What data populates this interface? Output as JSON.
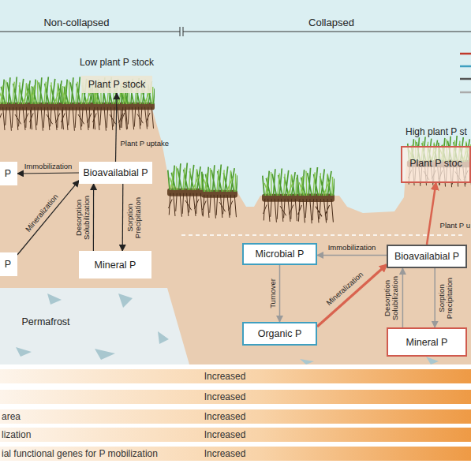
{
  "diagram": {
    "nodes": [
      {
        "text": [
          "Plant P stock"
        ]
      },
      {
        "text": [
          "P"
        ]
      },
      {
        "text": [
          "Bioavailabial P"
        ]
      },
      {
        "text": [
          "P"
        ]
      },
      {
        "text": [
          "Mineral P"
        ]
      },
      {
        "text": [
          "Microbial P"
        ]
      },
      {
        "text": [
          "Bioavailabial P"
        ]
      },
      {
        "text": [
          "Organic P"
        ]
      },
      {
        "text": [
          "Mineral P"
        ]
      },
      {
        "text": [
          "Plant P stoc"
        ]
      },
      {
        "text": [
          "Increased"
        ]
      },
      {
        "text": [
          "Increased"
        ]
      },
      {
        "text": [
          "area",
          "Increased"
        ]
      },
      {
        "text": [
          "lization",
          "Increased"
        ]
      },
      {
        "text": [
          "ial functional genes for P mobilization",
          "Increased"
        ]
      }
    ],
    "edges": [
      {
        "from": 2,
        "to": 0,
        "arrow": "to",
        "label": "Plant P uptake"
      },
      {
        "from": 2,
        "to": 1,
        "arrow": "to",
        "label": "Immobilization"
      },
      {
        "from": 3,
        "to": 2,
        "arrow": "to",
        "label": "Mineralization"
      },
      {
        "from": 4,
        "to": 2,
        "arrow": "to",
        "label": "Desorption Solubilization"
      },
      {
        "from": 2,
        "to": 4,
        "arrow": "to",
        "label": "Sorption Precipitation"
      },
      {
        "from": 6,
        "to": 5,
        "arrow": "to",
        "label": "Immobilization"
      },
      {
        "from": 5,
        "to": 7,
        "arrow": "to",
        "label": "Turnover"
      },
      {
        "from": 7,
        "to": 6,
        "arrow": "to",
        "label": "Mineralization"
      },
      {
        "from": 6,
        "to": 9,
        "arrow": "to",
        "label": "Plant P u"
      },
      {
        "from": 8,
        "to": 6,
        "arrow": "to",
        "label": "Desorption Solubilization"
      },
      {
        "from": 6,
        "to": 8,
        "arrow": "to",
        "label": "Sorption Precipitation"
      }
    ],
    "labels": [
      "Non-collapsed",
      "Collapsed",
      "Low plant P stock",
      "High plant P st",
      "Permafrost"
    ]
  }
}
